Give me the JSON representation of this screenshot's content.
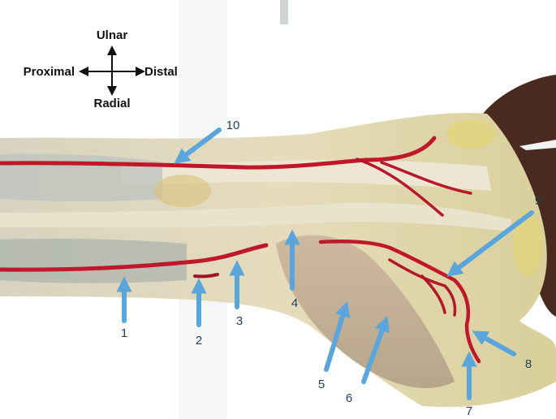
{
  "orientation": {
    "up": "Ulnar",
    "left": "Proximal",
    "right": "Distal",
    "down": "Radial"
  },
  "labels": [
    "1",
    "2",
    "3",
    "4",
    "5",
    "6",
    "7",
    "8",
    "9",
    "10"
  ],
  "colors": {
    "arrow": "#5aa6dc",
    "artery": "#c0182a",
    "background": "#ffffff",
    "tissue": "#e4d9b8",
    "hand": "#4a2a1e"
  }
}
